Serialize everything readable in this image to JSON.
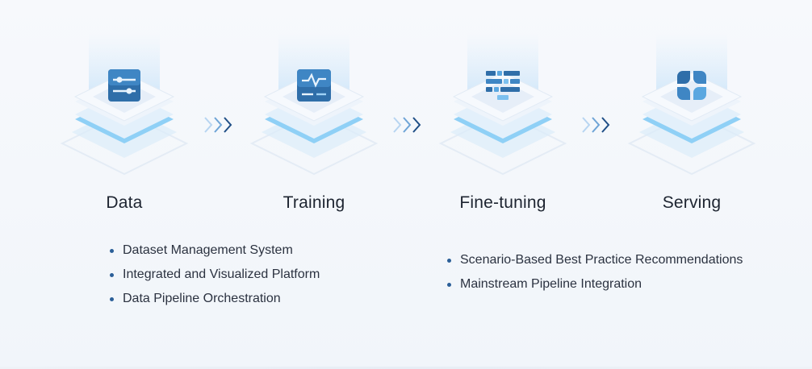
{
  "steps": [
    {
      "label": "Data",
      "icon": "sliders-icon"
    },
    {
      "label": "Training",
      "icon": "monitor-pulse-icon"
    },
    {
      "label": "Fine-tuning",
      "icon": "equalizer-icon"
    },
    {
      "label": "Serving",
      "icon": "four-petal-icon"
    }
  ],
  "bullets_left": [
    "Dataset Management System",
    "Integrated and Visualized Platform",
    "Data Pipeline Orchestration"
  ],
  "bullets_right": [
    "Scenario-Based Best Practice Recommendations",
    "Mainstream Pipeline Integration"
  ],
  "colors": {
    "accent_dark": "#1e5a97",
    "accent_light": "#7cc0ef",
    "chevron_dark": "#1f4f86",
    "chevron_light": "#9cc6ec"
  }
}
